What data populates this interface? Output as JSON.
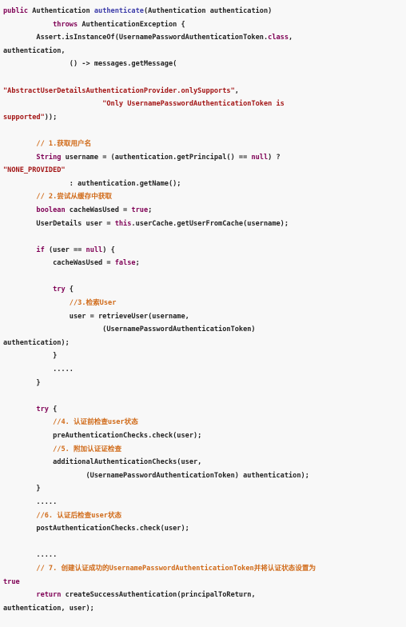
{
  "code": {
    "lines": [
      [
        {
          "t": "public",
          "c": "kw"
        },
        {
          "t": " Authentication "
        },
        {
          "t": "authenticate",
          "c": "fn"
        },
        {
          "t": "(Authentication authentication)"
        }
      ],
      [
        {
          "t": "            "
        },
        {
          "t": "throws",
          "c": "kw"
        },
        {
          "t": " AuthenticationException {"
        }
      ],
      [
        {
          "t": "        Assert.isInstanceOf(UsernamePasswordAuthenticationToken."
        },
        {
          "t": "class",
          "c": "kw"
        },
        {
          "t": ","
        }
      ],
      [
        {
          "t": "authentication,"
        }
      ],
      [
        {
          "t": "                () -> messages.getMessage("
        }
      ],
      [
        {
          "t": ""
        }
      ],
      [
        {
          "t": "\"AbstractUserDetailsAuthenticationProvider.onlySupports\"",
          "c": "str"
        },
        {
          "t": ","
        }
      ],
      [
        {
          "t": "                        "
        },
        {
          "t": "\"Only UsernamePasswordAuthenticationToken is",
          "c": "str"
        }
      ],
      [
        {
          "t": "supported\"",
          "c": "str"
        },
        {
          "t": "));"
        }
      ],
      [
        {
          "t": ""
        }
      ],
      [
        {
          "t": "        "
        },
        {
          "t": "// 1.获取用户名",
          "c": "cm"
        }
      ],
      [
        {
          "t": "        "
        },
        {
          "t": "String",
          "c": "kw"
        },
        {
          "t": " username = (authentication.getPrincipal() == "
        },
        {
          "t": "null",
          "c": "kw"
        },
        {
          "t": ") ?"
        }
      ],
      [
        {
          "t": "\"NONE_PROVIDED\"",
          "c": "str"
        }
      ],
      [
        {
          "t": "                : authentication.getName();"
        }
      ],
      [
        {
          "t": "        "
        },
        {
          "t": "// 2.尝试从缓存中获取",
          "c": "cm"
        }
      ],
      [
        {
          "t": "        "
        },
        {
          "t": "boolean",
          "c": "kw"
        },
        {
          "t": " cacheWasUsed = "
        },
        {
          "t": "true",
          "c": "kw"
        },
        {
          "t": ";"
        }
      ],
      [
        {
          "t": "        UserDetails user = "
        },
        {
          "t": "this",
          "c": "kw"
        },
        {
          "t": ".userCache.getUserFromCache(username);"
        }
      ],
      [
        {
          "t": ""
        }
      ],
      [
        {
          "t": "        "
        },
        {
          "t": "if",
          "c": "kw"
        },
        {
          "t": " (user == "
        },
        {
          "t": "null",
          "c": "kw"
        },
        {
          "t": ") {"
        }
      ],
      [
        {
          "t": "            cacheWasUsed = "
        },
        {
          "t": "false",
          "c": "kw"
        },
        {
          "t": ";"
        }
      ],
      [
        {
          "t": ""
        }
      ],
      [
        {
          "t": "            "
        },
        {
          "t": "try",
          "c": "kw"
        },
        {
          "t": " {"
        }
      ],
      [
        {
          "t": "                "
        },
        {
          "t": "//3.检索User",
          "c": "cm"
        }
      ],
      [
        {
          "t": "                user = retrieveUser(username,"
        }
      ],
      [
        {
          "t": "                        (UsernamePasswordAuthenticationToken)"
        }
      ],
      [
        {
          "t": "authentication);"
        }
      ],
      [
        {
          "t": "            }"
        }
      ],
      [
        {
          "t": "            ....."
        }
      ],
      [
        {
          "t": "        }"
        }
      ],
      [
        {
          "t": ""
        }
      ],
      [
        {
          "t": "        "
        },
        {
          "t": "try",
          "c": "kw"
        },
        {
          "t": " {"
        }
      ],
      [
        {
          "t": "            "
        },
        {
          "t": "//4. 认证前检查user状态",
          "c": "cm"
        }
      ],
      [
        {
          "t": "            preAuthenticationChecks.check(user);"
        }
      ],
      [
        {
          "t": "            "
        },
        {
          "t": "//5. 附加认证证检查",
          "c": "cm"
        }
      ],
      [
        {
          "t": "            additionalAuthenticationChecks(user,"
        }
      ],
      [
        {
          "t": "                    (UsernamePasswordAuthenticationToken) authentication);"
        }
      ],
      [
        {
          "t": "        }"
        }
      ],
      [
        {
          "t": "        ....."
        }
      ],
      [
        {
          "t": "        "
        },
        {
          "t": "//6. 认证后检查user状态",
          "c": "cm"
        }
      ],
      [
        {
          "t": "        postAuthenticationChecks.check(user);"
        }
      ],
      [
        {
          "t": ""
        }
      ],
      [
        {
          "t": "        ....."
        }
      ],
      [
        {
          "t": "        "
        },
        {
          "t": "// 7. 创建认证成功的UsernamePasswordAuthenticationToken并将认证状态设置为",
          "c": "cm"
        }
      ],
      [
        {
          "t": "true",
          "c": "kw"
        }
      ],
      [
        {
          "t": "        "
        },
        {
          "t": "return",
          "c": "kw"
        },
        {
          "t": " createSuccessAuthentication(principalToReturn,"
        }
      ],
      [
        {
          "t": "authentication, user);"
        }
      ]
    ]
  }
}
